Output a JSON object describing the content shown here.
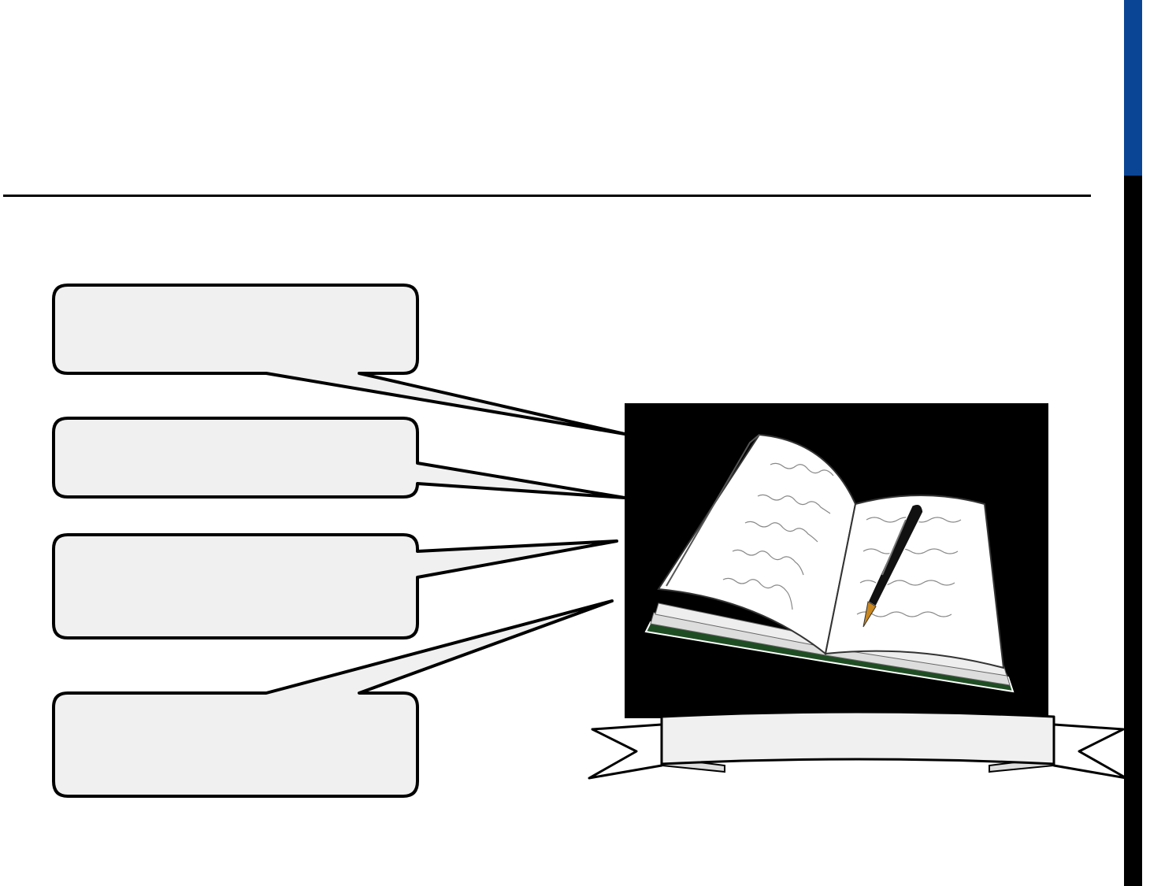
{
  "slide": {
    "title": "",
    "accent_color": "#0a4595",
    "callout_fill": "#f0f0f0",
    "callouts": [
      {
        "id": "callout-1",
        "text": ""
      },
      {
        "id": "callout-2",
        "text": ""
      },
      {
        "id": "callout-3",
        "text": ""
      },
      {
        "id": "callout-4",
        "text": ""
      }
    ],
    "illustration": {
      "icon": "open-book-with-pen-icon",
      "background": "#000000",
      "cover_color": "#1f4d23",
      "pen_nib_color": "#c9871f"
    },
    "banner": {
      "text": ""
    }
  }
}
